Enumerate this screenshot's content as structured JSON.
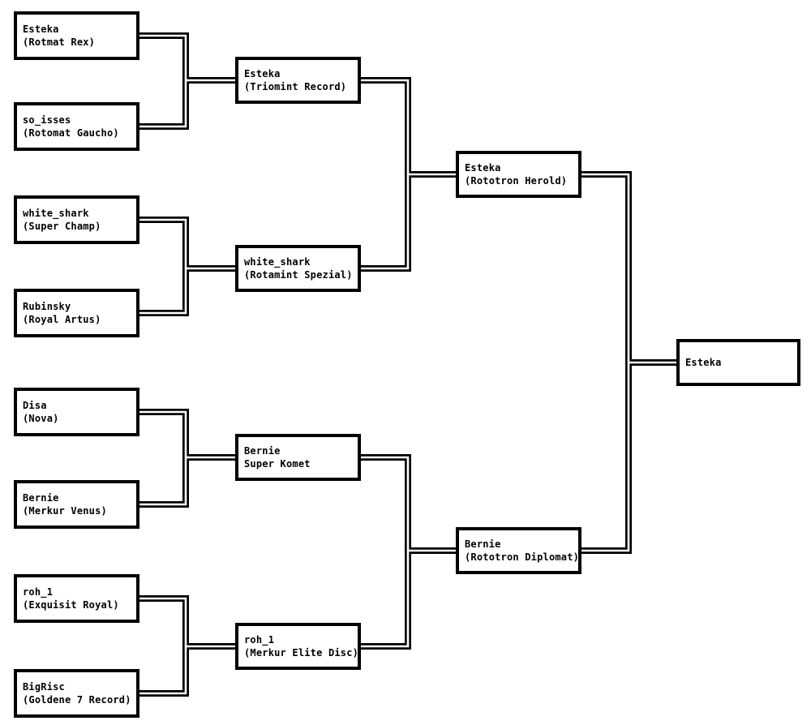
{
  "colors": {
    "line": "#000000",
    "box_border": "#000000",
    "box_background": "#ffffff",
    "text": "#000000",
    "page_background": "#ffffff"
  },
  "bracket": {
    "round1": [
      {
        "name": "Esteka",
        "machine": "(Rotmat Rex)"
      },
      {
        "name": "so_isses",
        "machine": "(Rotomat Gaucho)"
      },
      {
        "name": "white_shark",
        "machine": "(Super Champ)"
      },
      {
        "name": "Rubinsky",
        "machine": "(Royal Artus)"
      },
      {
        "name": "Disa",
        "machine": "(Nova)"
      },
      {
        "name": "Bernie",
        "machine": "(Merkur Venus)"
      },
      {
        "name": "roh_1",
        "machine": "(Exquisit Royal)"
      },
      {
        "name": "BigRisc",
        "machine": "(Goldene 7 Record)"
      }
    ],
    "round2": [
      {
        "name": "Esteka",
        "machine": "(Triomint Record)"
      },
      {
        "name": "white_shark",
        "machine": "(Rotamint Spezial)"
      },
      {
        "name": "Bernie",
        "machine": "Super Komet"
      },
      {
        "name": "roh_1",
        "machine": "(Merkur Elite Disc)"
      }
    ],
    "round3": [
      {
        "name": "Esteka",
        "machine": "(Rototron Herold)"
      },
      {
        "name": "Bernie",
        "machine": "(Rototron Diplomat)"
      }
    ],
    "final": [
      {
        "name": "Esteka",
        "machine": ""
      }
    ]
  }
}
